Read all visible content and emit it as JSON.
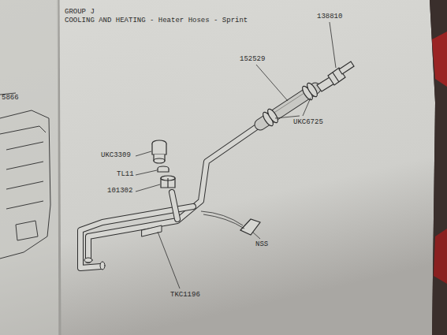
{
  "diagram": {
    "title": "COOLING AND HEATING - Heater Hoses - Sprint",
    "labels": [
      "GROUP J",
      "5866",
      "138810",
      "152529",
      "UKC6725",
      "UKC3309",
      "TL11",
      "101302",
      "NSS",
      "TKC1196"
    ]
  }
}
